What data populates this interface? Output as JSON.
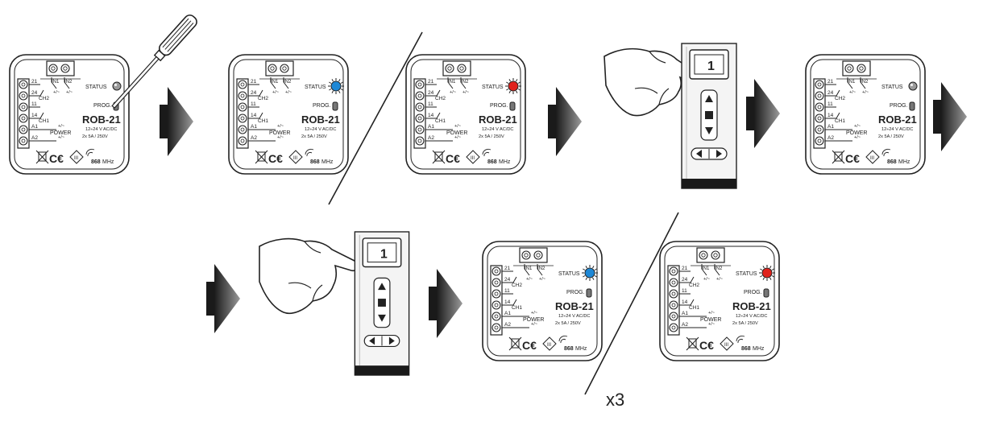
{
  "device": {
    "model": "ROB-21",
    "status_label": "STATUS",
    "prog_label": "PROG.",
    "voltage": "12÷24 V AC/DC",
    "rating": "2x 5A / 250V",
    "freq": "868",
    "freq_unit": "MHz",
    "in1": "IN1",
    "in2": "IN2",
    "ch1": "CH1",
    "ch2": "CH2",
    "power": "POWER",
    "t21": "21",
    "t24": "24",
    "t11": "11",
    "t14": "14",
    "a1": "A1",
    "a2": "A2",
    "pm": "+/~"
  },
  "remote": {
    "display": "1"
  },
  "colors": {
    "led_blue": "#1e88d6",
    "led_red": "#e0221c",
    "led_off": "#8a8a8a",
    "arrow_dark": "#2a2a2a"
  },
  "steps": [
    {
      "led": "off",
      "state": "screwdriver-on-prog"
    },
    {
      "led": "blue",
      "state": "blinking"
    },
    {
      "led": "red",
      "state": "blinking"
    },
    {
      "led": "remote",
      "state": "press-stop"
    },
    {
      "led": "off",
      "state": "idle"
    },
    {
      "led": "remote",
      "state": "press-up"
    },
    {
      "led": "blue",
      "state": "blinking"
    },
    {
      "led": "red",
      "state": "blinking"
    }
  ],
  "repeat_label": "x3"
}
